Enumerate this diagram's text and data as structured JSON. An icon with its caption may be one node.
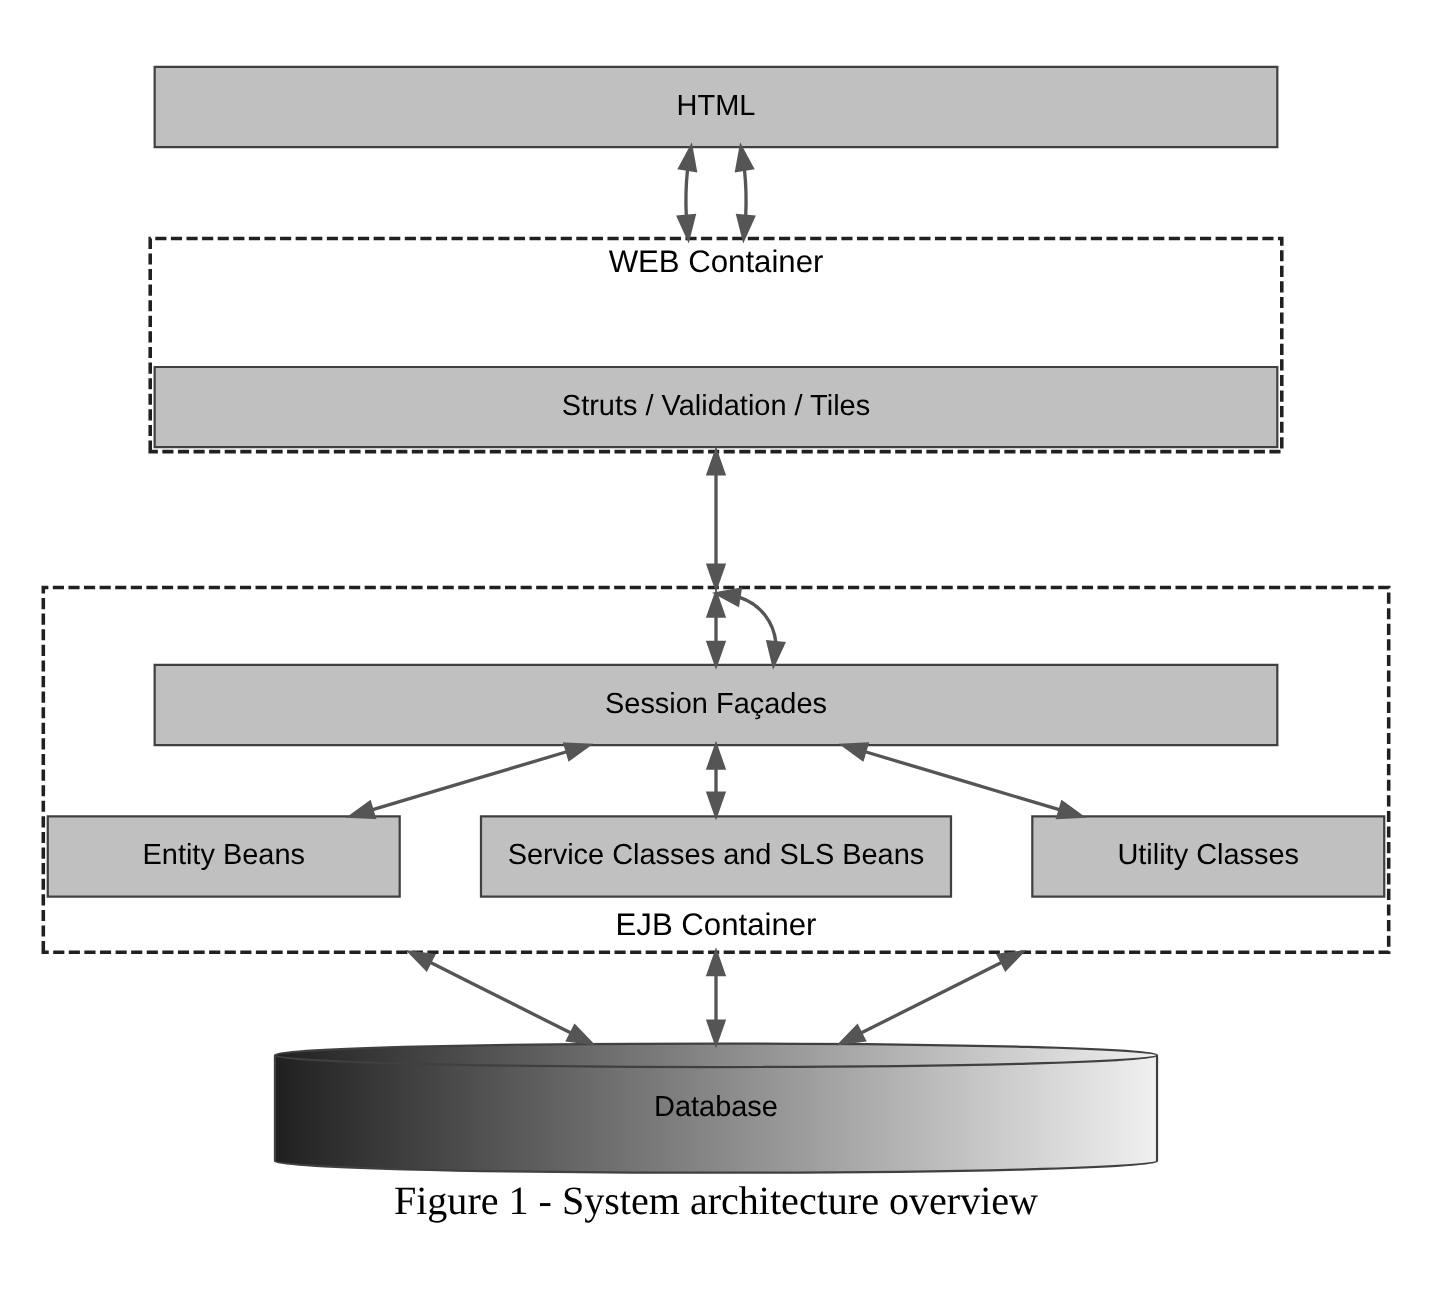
{
  "diagram": {
    "caption": "Figure 1 - System architecture overview",
    "nodes": [
      {
        "text": [
          "HTML"
        ]
      },
      {
        "text": [
          "WEB Container"
        ]
      },
      {
        "text": [
          "Struts / Validation / Tiles"
        ],
        "in": 1
      },
      {
        "text": [
          "EJB Container"
        ]
      },
      {
        "text": [
          "Session Façades"
        ],
        "in": 3
      },
      {
        "text": [
          "Entity Beans"
        ],
        "in": 3
      },
      {
        "text": [
          "Service Classes and SLS Beans"
        ],
        "in": 3
      },
      {
        "text": [
          "Utility Classes"
        ],
        "in": 3
      },
      {
        "text": [
          "Database"
        ]
      }
    ],
    "edges": [
      {
        "from": 0,
        "to": 1,
        "arrow": "both"
      },
      {
        "from": 0,
        "to": 1,
        "arrow": "both"
      },
      {
        "from": 1,
        "to": 3,
        "arrow": "both"
      },
      {
        "from": 3,
        "to": 4,
        "arrow": "both"
      },
      {
        "from": 3,
        "to": 4,
        "arrow": "both"
      },
      {
        "from": 4,
        "to": 5,
        "arrow": "both"
      },
      {
        "from": 4,
        "to": 6,
        "arrow": "both"
      },
      {
        "from": 4,
        "to": 7,
        "arrow": "both"
      },
      {
        "from": 3,
        "to": 8,
        "arrow": "both"
      },
      {
        "from": 3,
        "to": 8,
        "arrow": "both"
      },
      {
        "from": 3,
        "to": 8,
        "arrow": "both"
      }
    ]
  }
}
